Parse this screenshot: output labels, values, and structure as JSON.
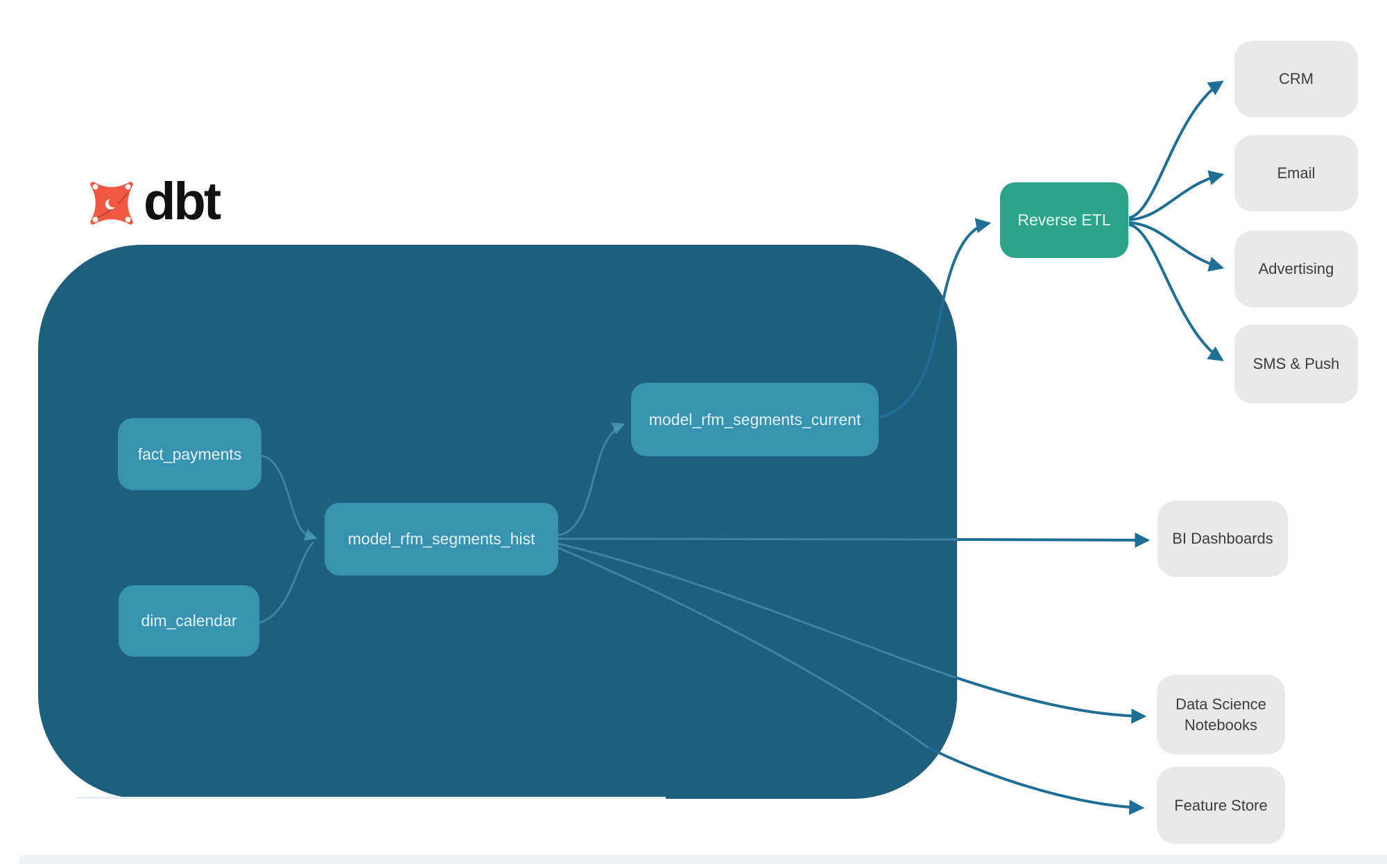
{
  "brand": {
    "wordmark": "dbt"
  },
  "warehouse": {
    "sources": [
      {
        "label": "fact_payments"
      },
      {
        "label": "dim_calendar"
      }
    ],
    "models": [
      {
        "label": "model_rfm_segments_hist"
      },
      {
        "label": "model_rfm_segments_current"
      }
    ]
  },
  "activation": {
    "reverse_etl_label": "Reverse ETL",
    "destinations": [
      {
        "label": "CRM"
      },
      {
        "label": "Email"
      },
      {
        "label": "Advertising"
      },
      {
        "label": "SMS & Push"
      }
    ]
  },
  "outputs": [
    {
      "label": "BI Dashboards"
    },
    {
      "label": "Data Science Notebooks"
    },
    {
      "label": "Feature Store"
    }
  ],
  "edges": [
    {
      "from": "fact_payments",
      "to": "model_rfm_segments_hist"
    },
    {
      "from": "dim_calendar",
      "to": "model_rfm_segments_hist"
    },
    {
      "from": "model_rfm_segments_hist",
      "to": "model_rfm_segments_current"
    },
    {
      "from": "model_rfm_segments_current",
      "to": "Reverse ETL"
    },
    {
      "from": "Reverse ETL",
      "to": "CRM"
    },
    {
      "from": "Reverse ETL",
      "to": "Email"
    },
    {
      "from": "Reverse ETL",
      "to": "Advertising"
    },
    {
      "from": "Reverse ETL",
      "to": "SMS & Push"
    },
    {
      "from": "model_rfm_segments_hist",
      "to": "BI Dashboards"
    },
    {
      "from": "model_rfm_segments_hist",
      "to": "Data Science Notebooks"
    },
    {
      "from": "model_rfm_segments_hist",
      "to": "Feature Store"
    }
  ],
  "colors": {
    "warehouse_container": "#1F5F7E",
    "model_node": "#3793AF",
    "reverse_etl_node": "#2BA487",
    "destination_node": "#E9E9EA",
    "edge_outer": "#1F6E93",
    "edge_inner": "#4E9CB8",
    "brand_orange": "#F0583F",
    "text_dark": "#3C3C3C"
  }
}
